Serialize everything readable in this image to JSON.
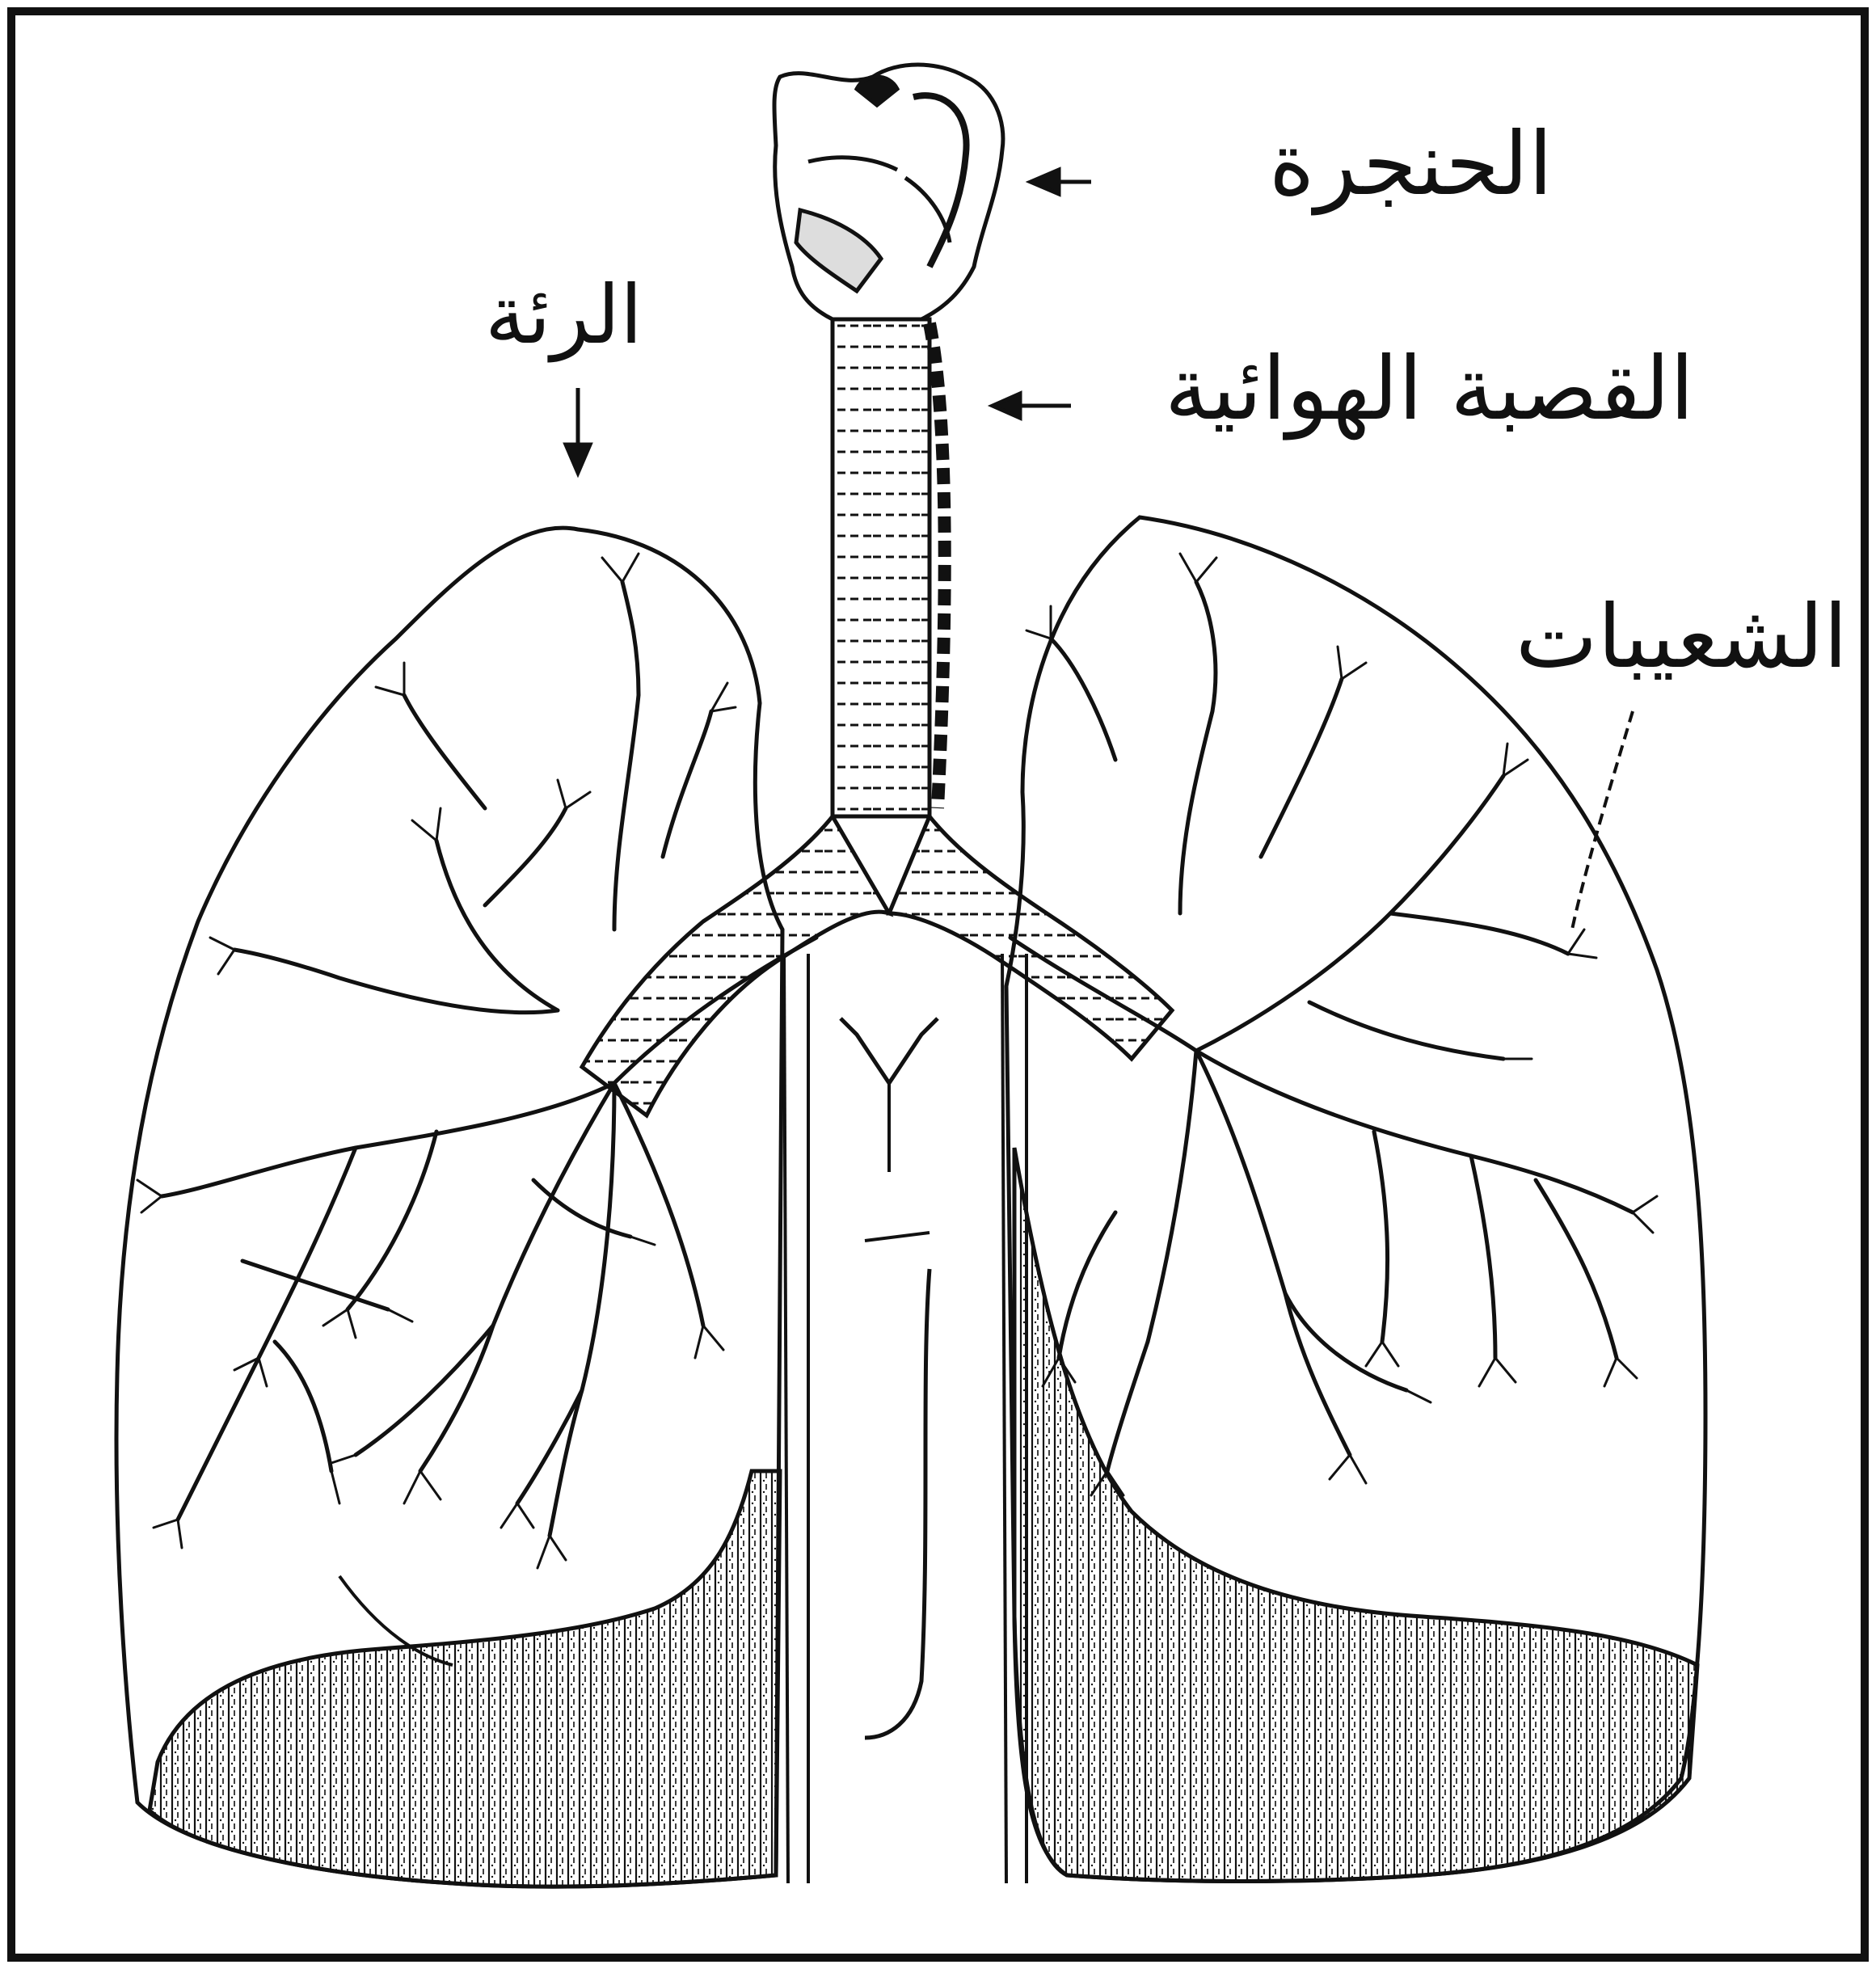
{
  "figure": {
    "type": "anatomical-diagram",
    "subject": "lungs",
    "labels": {
      "larynx": "الحنجرة",
      "trachea": "القصبة الهوائية",
      "lung": "الرئة",
      "bronchioles": "الشعيبات"
    },
    "colors": {
      "ink": "#111111",
      "background": "#ffffff"
    }
  }
}
